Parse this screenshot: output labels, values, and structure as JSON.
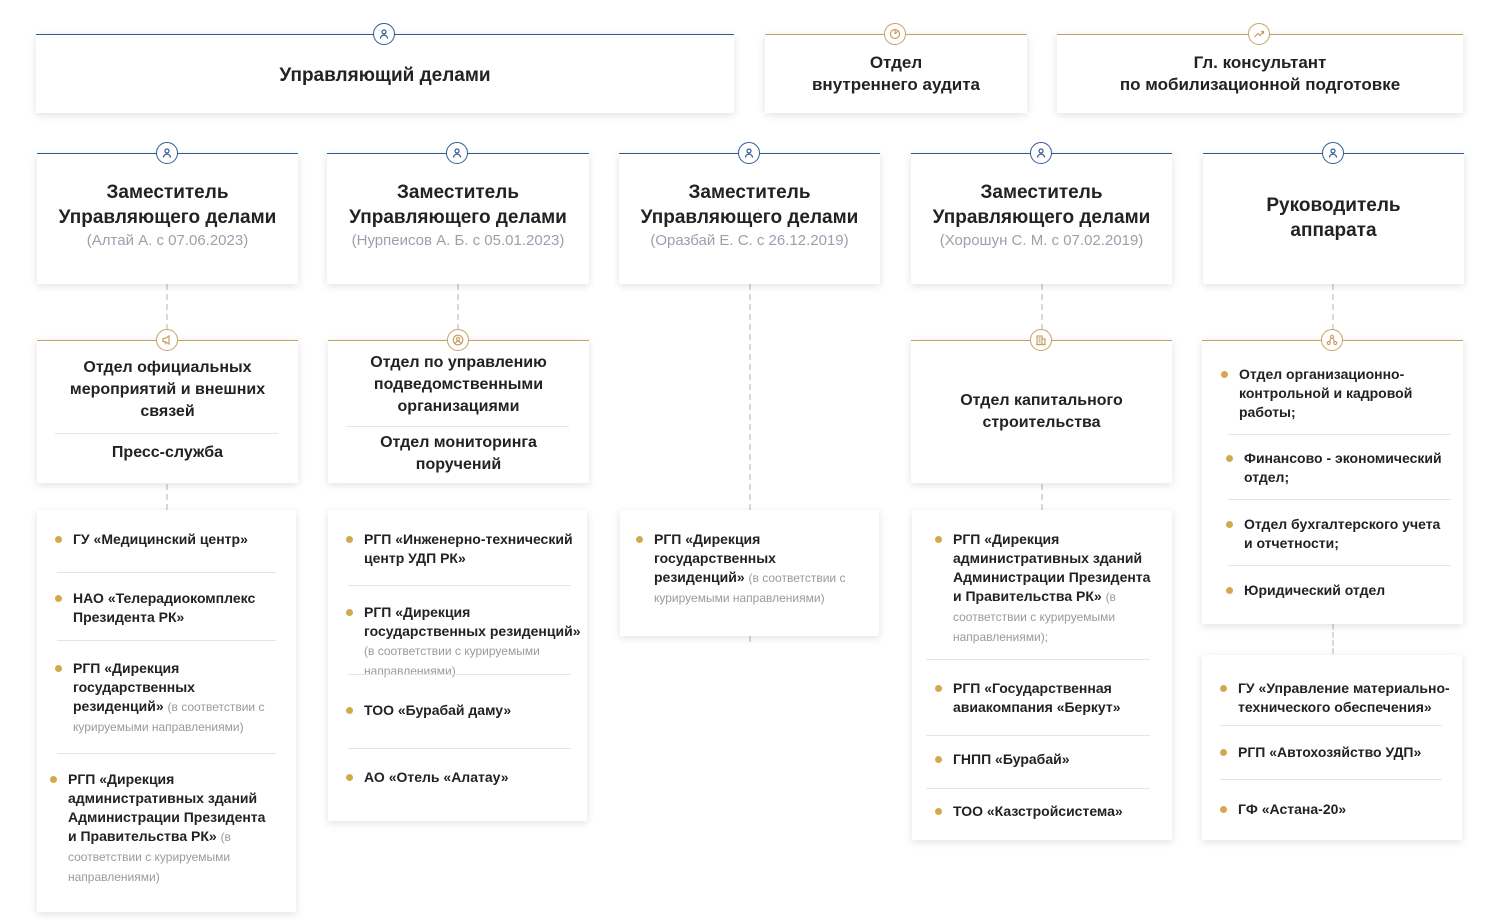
{
  "top": {
    "head": "Управляющий делами",
    "audit_line1": "Отдел",
    "audit_line2": "внутреннего аудита",
    "mob_line1": "Гл. консультант",
    "mob_line2": "по мобилизационной подготовке"
  },
  "deputies": [
    {
      "line1": "Заместитель",
      "line2": "Управляющего делами",
      "sub": "(Алтай А. с 07.06.2023)"
    },
    {
      "line1": "Заместитель",
      "line2": "Управляющего делами",
      "sub": "(Нурпеисов А. Б. с 05.01.2023)"
    },
    {
      "line1": "Заместитель",
      "line2": "Управляющего делами",
      "sub": "(Оразбай Е. С. с 26.12.2019)"
    },
    {
      "line1": "Заместитель",
      "line2": "Управляющего делами",
      "sub": "(Хорошун С. М. с 07.02.2019)"
    },
    {
      "line1": "Руководитель",
      "line2": "аппарата",
      "sub": ""
    }
  ],
  "departments": {
    "d1_main": "Отдел официальных мероприятий и внешних связей",
    "d1_extra": "Пресс-служба",
    "d2_main": "Отдел по управлению подведомственными организациями",
    "d2_extra": "Отдел мониторинга поручений",
    "d4_main": "Отдел капитального строительства",
    "d5_items": [
      "Отдел организационно-контрольной и кадровой работы;",
      "Финансово - экономический отдел;",
      "Отдел бухгалтерского учета и отчетности;",
      "Юридический отдел"
    ]
  },
  "note": "(в соответствии с курируемыми направлениями)",
  "note_semicolon": "(в соответствии с курируемыми направлениями);",
  "orgs": {
    "c1": [
      "ГУ «Медицинский центр»",
      "НАО «Телерадиокомплекс Президента РК»",
      "РГП «Дирекция государственных резиденций»",
      "РГП «Дирекция административных зданий Администрации Президента и Правительства РК»"
    ],
    "c2": [
      "РГП «Инженерно-технический центр УДП РК»",
      "РГП «Дирекция государственных резиденций»",
      "ТОО «Бурабай даму»",
      "АО «Отель «Алатау»"
    ],
    "c3": [
      "РГП «Дирекция государственных резиденций»"
    ],
    "c4": [
      "РГП «Дирекция административных зданий Администрации Президента и Правительства РК»",
      "РГП «Государственная авиакомпания «Беркут»",
      "ГНПП «Бурабай»",
      "ТОО «Казстройсистема»"
    ],
    "c5": [
      "ГУ «Управление материально-технического обеспечения»",
      "РГП «Автохозяйство УДП»",
      "ГФ «Астана-20»"
    ]
  },
  "colors": {
    "blue": "#2f5a93",
    "gold": "#c9a063",
    "dot": "#d2a94f"
  }
}
